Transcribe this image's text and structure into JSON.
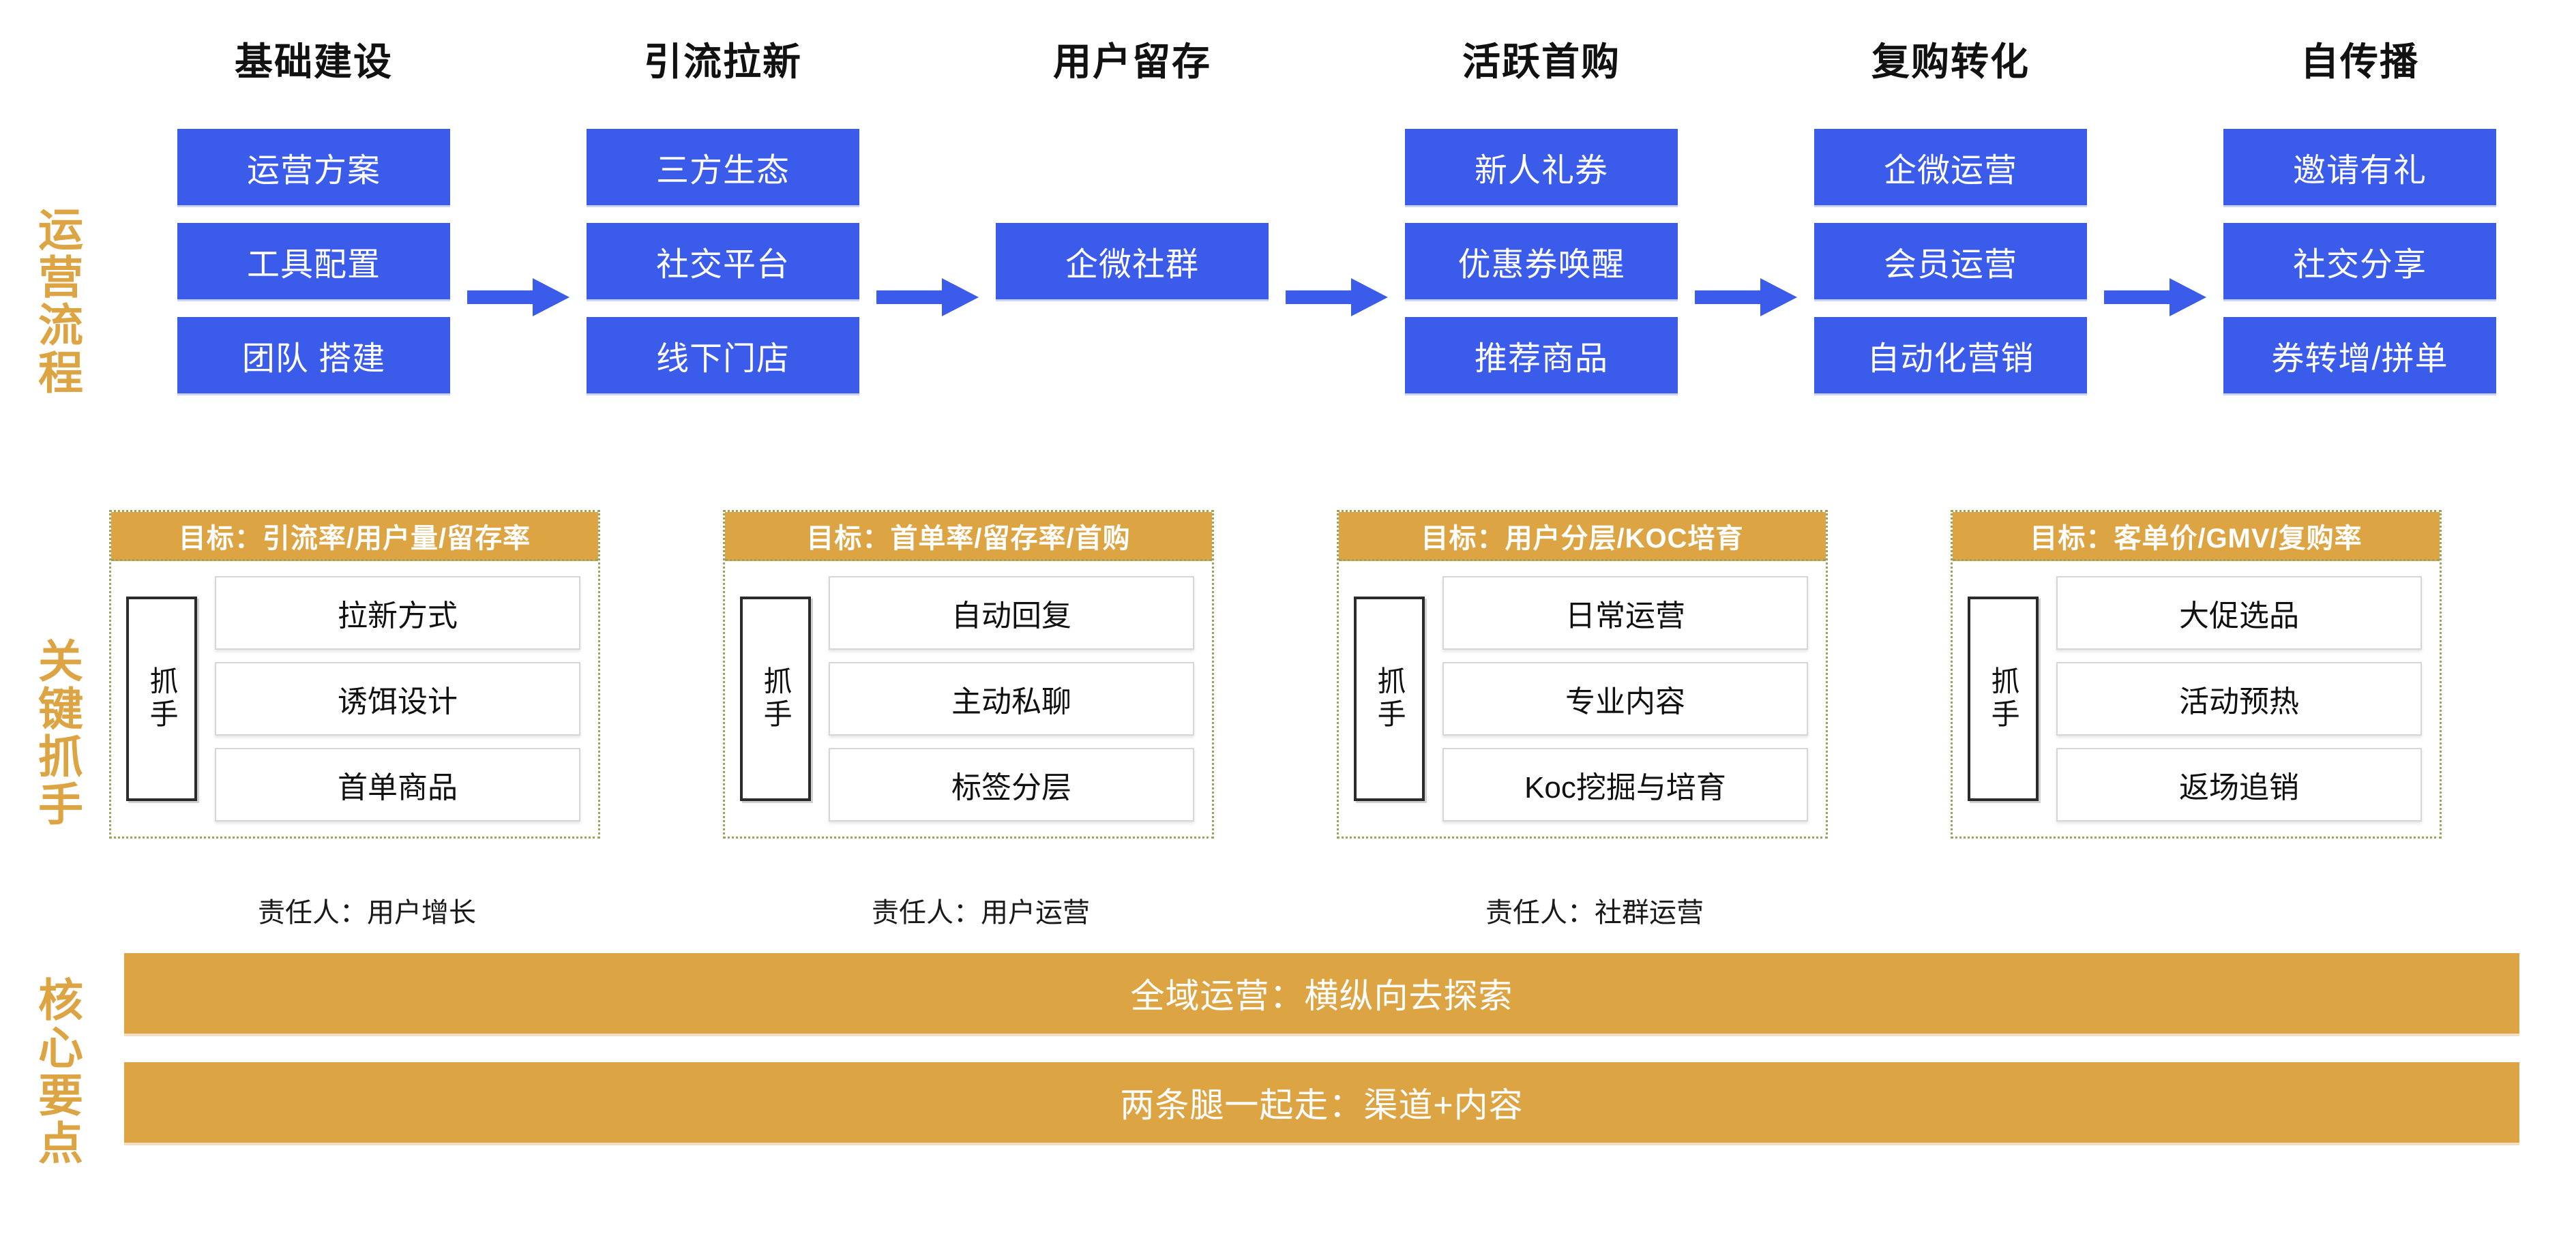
{
  "rails": {
    "flow": "运营流程",
    "levers": "关键抓手",
    "core": "核心要点"
  },
  "flow": {
    "columns": [
      {
        "header": "基础建设",
        "boxes": [
          "运营方案",
          "工具配置",
          "团队 搭建"
        ]
      },
      {
        "header": "引流拉新",
        "boxes": [
          "三方生态",
          "社交平台",
          "线下门店"
        ]
      },
      {
        "header": "用户留存",
        "boxes": [
          "",
          "企微社群",
          ""
        ]
      },
      {
        "header": "活跃首购",
        "boxes": [
          "新人礼券",
          "优惠券唤醒",
          "推荐商品"
        ]
      },
      {
        "header": "复购转化",
        "boxes": [
          "企微运营",
          "会员运营",
          "自动化营销"
        ]
      },
      {
        "header": "自传播",
        "boxes": [
          "邀请有礼",
          "社交分享",
          "券转增/拼单"
        ]
      }
    ],
    "arrow_icon": "arrow-right-icon"
  },
  "levers": {
    "handle_label": "抓手",
    "cards": [
      {
        "goal": "目标：引流率/用户量/留存率",
        "items": [
          "拉新方式",
          "诱饵设计",
          "首单商品"
        ],
        "owner": "责任人：用户增长"
      },
      {
        "goal": "目标：首单率/留存率/首购",
        "items": [
          "自动回复",
          "主动私聊",
          "标签分层"
        ],
        "owner": "责任人：用户运营"
      },
      {
        "goal": "目标：用户分层/KOC培育",
        "items": [
          "日常运营",
          "专业内容",
          "Koc挖掘与培育"
        ],
        "owner": "责任人：社群运营"
      },
      {
        "goal": "目标：客单价/GMV/复购率",
        "items": [
          "大促选品",
          "活动预热",
          "返场追销"
        ],
        "owner": ""
      }
    ]
  },
  "core": {
    "bars": [
      "全域运营：横纵向去探索",
      "两条腿一起走：渠道+内容"
    ]
  },
  "colors": {
    "blue": "#3B5BEA",
    "orange": "#DDA443",
    "dotted_border": "#9DA15C",
    "text_dark": "#111111"
  }
}
